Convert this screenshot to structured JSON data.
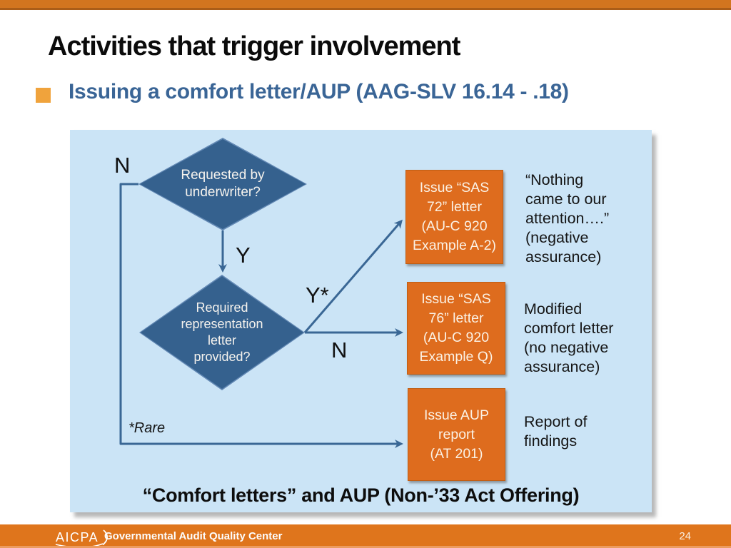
{
  "colors": {
    "top_bar": "#d2751f",
    "top_bar_edge": "#aa5d18",
    "footer_bar": "#df751c",
    "panel_background": "#cbe4f6",
    "decision_fill": "#35618e",
    "outcome_fill": "#de6c1e",
    "arrow": "#3a6795",
    "bullet_square": "#f0a33c",
    "bullet_text": "#3a6596"
  },
  "slide": {
    "title": "Activities that trigger involvement"
  },
  "bullet": {
    "label": "Issuing a comfort letter/AUP (AAG-SLV 16.14 - .18)"
  },
  "diagram": {
    "decisions": [
      {
        "label": "Requested by\nunderwriter?"
      },
      {
        "label": "Required\nrepresentation\nletter\nprovided?"
      }
    ],
    "edge_labels": {
      "underwriter_no": "N",
      "underwriter_yes": "Y",
      "rep_letter_yes": "Y*",
      "rep_letter_no": "N"
    },
    "footnote": "*Rare",
    "outcomes": [
      {
        "label": "Issue “SAS\n72” letter\n(AU-C 920\nExample A-2)",
        "annotation": "“Nothing\ncame to our\nattention….”\n(negative\nassurance)"
      },
      {
        "label": "Issue “SAS\n76” letter\n(AU-C 920\nExample Q)",
        "annotation": "Modified\ncomfort letter\n(no negative\nassurance)"
      },
      {
        "label": "Issue AUP\nreport\n(AT 201)",
        "annotation": "Report of\nfindings"
      }
    ],
    "caption": "“Comfort letters” and AUP  (Non-’33 Act Offering)"
  },
  "footer": {
    "logo_text": "AICPA",
    "center_name": "Governmental Audit Quality Center",
    "page_number": "24"
  }
}
